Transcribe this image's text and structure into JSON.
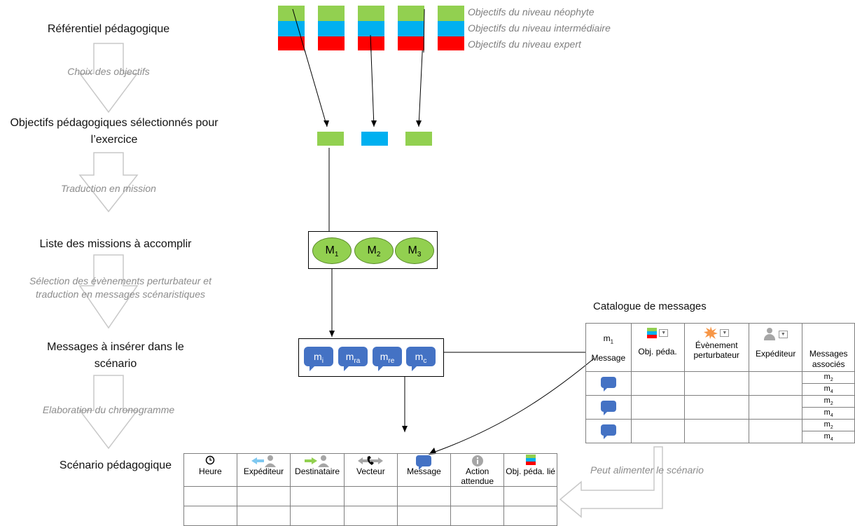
{
  "steps": [
    {
      "label": "Référentiel pédagogique"
    },
    {
      "label": "Objectifs pédagogiques sélectionnés pour l’exercice"
    },
    {
      "label": "Liste des missions à accomplir"
    },
    {
      "label": "Messages à insérer dans le scénario"
    },
    {
      "label": "Scénario pédagogique"
    }
  ],
  "transitions": [
    {
      "label": "Choix des objectifs"
    },
    {
      "label": "Traduction en mission"
    },
    {
      "label": "Sélection des évènements perturbateur et traduction en messages scénaristiques"
    },
    {
      "label": "Elaboration du chronogramme"
    }
  ],
  "legend": {
    "novice": "Objectifs du niveau néophyte",
    "intermediate": "Objectifs du niveau intermédiaire",
    "expert": "Objectifs du niveau expert"
  },
  "missions": [
    {
      "base": "M",
      "sub": "1"
    },
    {
      "base": "M",
      "sub": "2"
    },
    {
      "base": "M",
      "sub": "3"
    }
  ],
  "messages": [
    {
      "base": "m",
      "sub": "i"
    },
    {
      "base": "m",
      "sub": "ra"
    },
    {
      "base": "m",
      "sub": "re"
    },
    {
      "base": "m",
      "sub": "c"
    }
  ],
  "scenario_table": {
    "headers": [
      "Heure",
      "Expéditeur",
      "Destinataire",
      "Vecteur",
      "Message",
      "Action attendue",
      "Obj. péda. lié"
    ]
  },
  "catalog": {
    "title": "Catalogue de messages",
    "m1_base": "m",
    "m1_sub": "1",
    "headers": [
      "Message",
      "Obj. péda.",
      "Évènement perturbateur",
      "Expéditeur",
      "Messages associés"
    ],
    "associated": [
      {
        "base": "m",
        "sub": "2"
      },
      {
        "base": "m",
        "sub": "4"
      }
    ]
  },
  "feed_label": "Peut alimenter le scénario",
  "colors": {
    "green": "#92d050",
    "blue": "#00b0f0",
    "red": "#ff0000",
    "message": "#4472c4",
    "arrow_gray": "#c8c8c8"
  },
  "icons": [
    "clock-icon",
    "sender-icon",
    "recipient-icon",
    "phone-icon",
    "message-icon",
    "info-icon",
    "objectives-icon",
    "explosion-icon",
    "person-icon",
    "dropdown-icon"
  ]
}
